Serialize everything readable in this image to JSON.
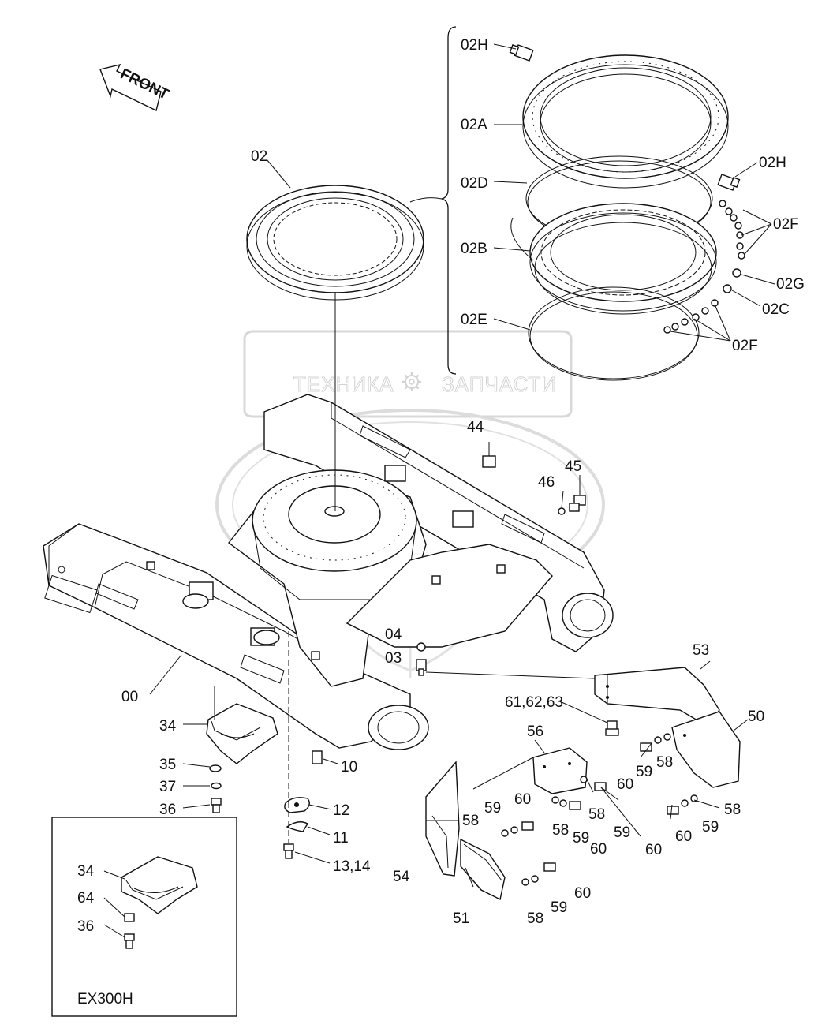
{
  "front_label": "FRONT",
  "watermark": {
    "left": "ТЕХНИКА",
    "right": "ЗАПЧАСТИ"
  },
  "inset_label": "EX300H",
  "callouts": {
    "c02H_a": "02H",
    "c02A": "02A",
    "c02H_b": "02H",
    "c02D": "02D",
    "c02F_a": "02F",
    "c02B": "02B",
    "c02G": "02G",
    "c02C": "02C",
    "c02E": "02E",
    "c02F_b": "02F",
    "c02": "02",
    "c44": "44",
    "c45": "45",
    "c46": "46",
    "c04": "04",
    "c03": "03",
    "c00": "00",
    "c53": "53",
    "c61": "61,62,63",
    "c50": "50",
    "c34": "34",
    "c56": "56",
    "c35": "35",
    "c10": "10",
    "c59_a": "59",
    "c58_a": "58",
    "c60_a": "60",
    "c37": "37",
    "c36": "36",
    "c12": "12",
    "c60_b": "60",
    "c59_b": "59",
    "c58_b": "58",
    "c58_c": "58",
    "c58_d": "58",
    "c59_c": "59",
    "c60_c": "60",
    "c59_d": "59",
    "c60_d": "60",
    "c60_e": "60",
    "c59_e": "59",
    "c11": "11",
    "c13": "13,14",
    "c54": "54",
    "c60_f": "60",
    "c59_f": "59",
    "c51": "51",
    "c58_e": "58",
    "c34_b": "34",
    "c64": "64",
    "c36_b": "36"
  }
}
